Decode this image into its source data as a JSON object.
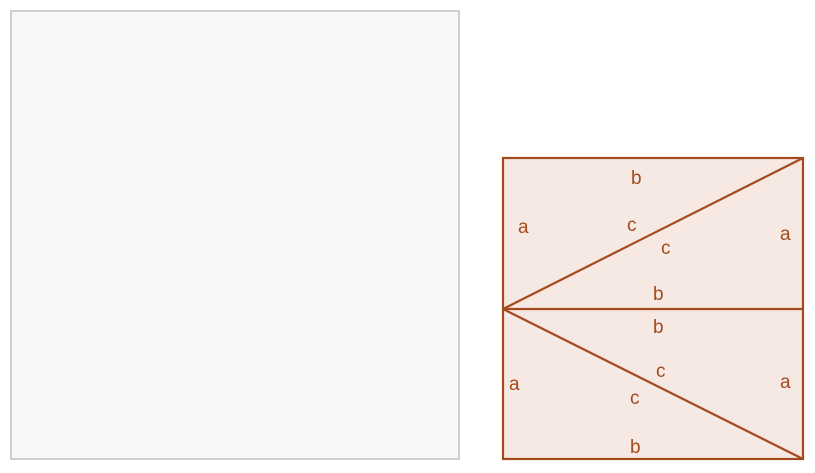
{
  "colors": {
    "stroke": "#a44a1c",
    "fill": "#f6e8e3",
    "label": "#a44a1c",
    "panel_bg": "#f8f8f8",
    "panel_border": "#cfcfcf"
  },
  "labels": {
    "top_triangle": {
      "b_top": "b",
      "a_left": "a",
      "c_upper": "c",
      "c_lower": "c",
      "a_right": "a",
      "b_mid": "b"
    },
    "bottom_triangle": {
      "b_mid": "b",
      "c_upper": "c",
      "a_left": "a",
      "a_right": "a",
      "c_lower": "c",
      "b_bottom": "b"
    }
  }
}
